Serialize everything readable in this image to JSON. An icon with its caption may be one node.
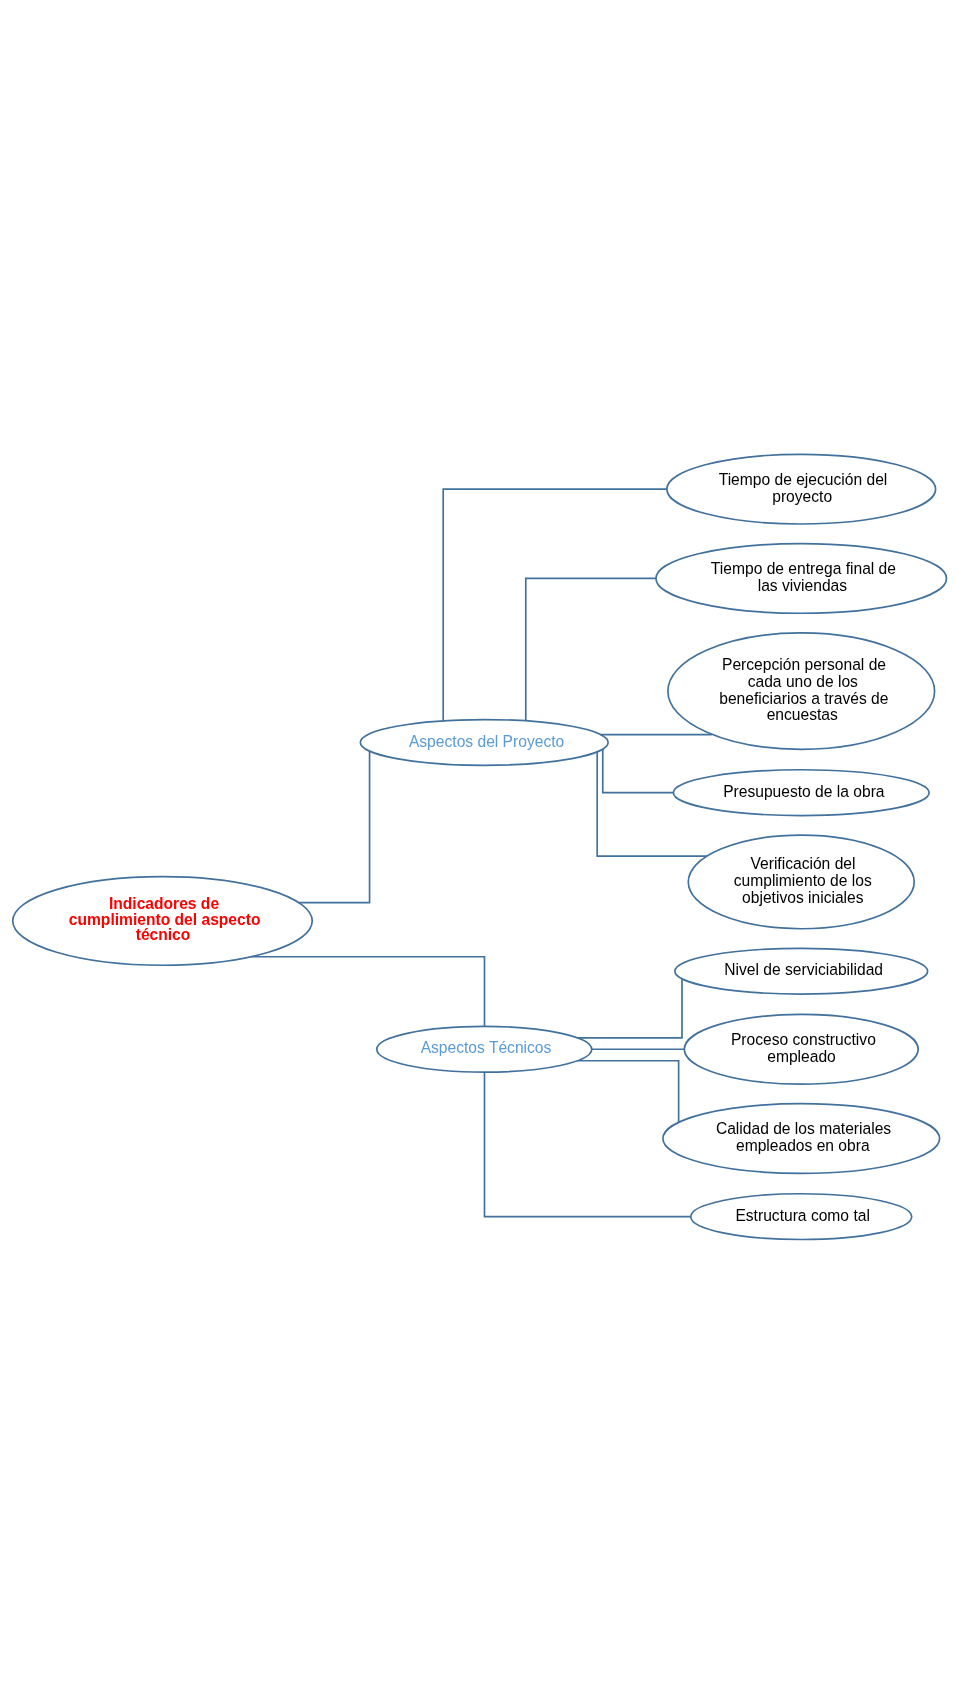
{
  "diagram": {
    "nodes": [
      {
        "text": [
          "Indicadores de cumplimiento del aspecto técnico"
        ]
      },
      {
        "text": [
          "Aspectos del Proyecto"
        ]
      },
      {
        "text": [
          "Aspectos Técnicos"
        ]
      },
      {
        "text": [
          "Tiempo de ejecución del proyecto"
        ]
      },
      {
        "text": [
          "Tiempo de entrega final de las viviendas"
        ]
      },
      {
        "text": [
          "Percepción personal de cada uno de los beneficiarios a través de encuestas"
        ]
      },
      {
        "text": [
          "Presupuesto de la obra"
        ]
      },
      {
        "text": [
          "Verificación del cumplimiento de los objetivos iniciales"
        ]
      },
      {
        "text": [
          "Nivel de serviciabilidad"
        ]
      },
      {
        "text": [
          "Proceso constructivo empleado"
        ]
      },
      {
        "text": [
          "Calidad de los materiales empleados en obra"
        ]
      },
      {
        "text": [
          "Estructura como tal"
        ]
      }
    ],
    "edges": [
      {
        "from": 0,
        "to": 1,
        "arrow": "none"
      },
      {
        "from": 0,
        "to": 2,
        "arrow": "none"
      },
      {
        "from": 1,
        "to": 3,
        "arrow": "none"
      },
      {
        "from": 1,
        "to": 4,
        "arrow": "none"
      },
      {
        "from": 1,
        "to": 5,
        "arrow": "none"
      },
      {
        "from": 1,
        "to": 6,
        "arrow": "none"
      },
      {
        "from": 1,
        "to": 7,
        "arrow": "none"
      },
      {
        "from": 2,
        "to": 8,
        "arrow": "none"
      },
      {
        "from": 2,
        "to": 9,
        "arrow": "none"
      },
      {
        "from": 2,
        "to": 10,
        "arrow": "none"
      },
      {
        "from": 2,
        "to": 11,
        "arrow": "none"
      }
    ]
  }
}
